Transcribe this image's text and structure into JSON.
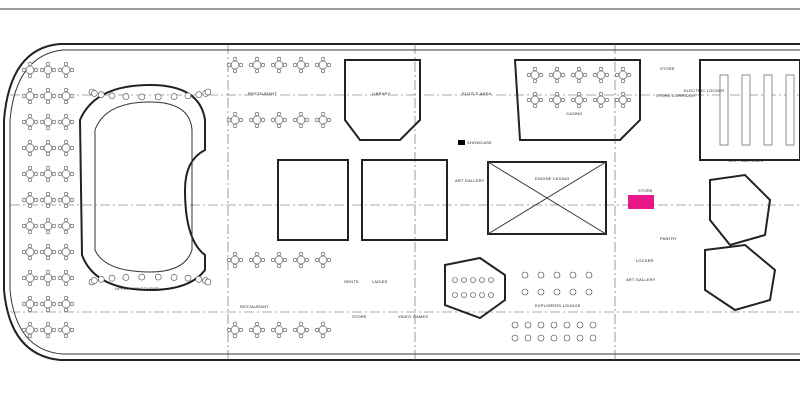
{
  "drawing": {
    "labels": {
      "upper_concourse": "UPPER CONCOURSE",
      "restaurant_top": "RESTAURANT",
      "restaurant_bottom": "RESTAURANT",
      "library": "LIBRARY",
      "puzzle_area": "PUZZLE AREA",
      "casino": "CASINO",
      "showcase": "SHOWCASE",
      "art_gallery": "ART GALLERY",
      "engine_casing": "ENGINE CASING",
      "store_top": "STORE",
      "store_corridor": "STORE CORRIDOR",
      "electric_locker": "ELECTRIC LOCKER",
      "slot_machines": "SLOT MACHINES",
      "store_mid": "STORE",
      "pantry": "PANTRY",
      "locker": "LOCKER",
      "art_gallery_2": "ART GALLERY",
      "gents": "GENTS",
      "ladies": "LADIES",
      "store_bottom": "STORE",
      "video_games": "VIDEO GAMES",
      "explorers_lounge": "EXPLORERS LOUNGE"
    },
    "highlight_color": "#e8188a",
    "line_color": "#333333"
  }
}
